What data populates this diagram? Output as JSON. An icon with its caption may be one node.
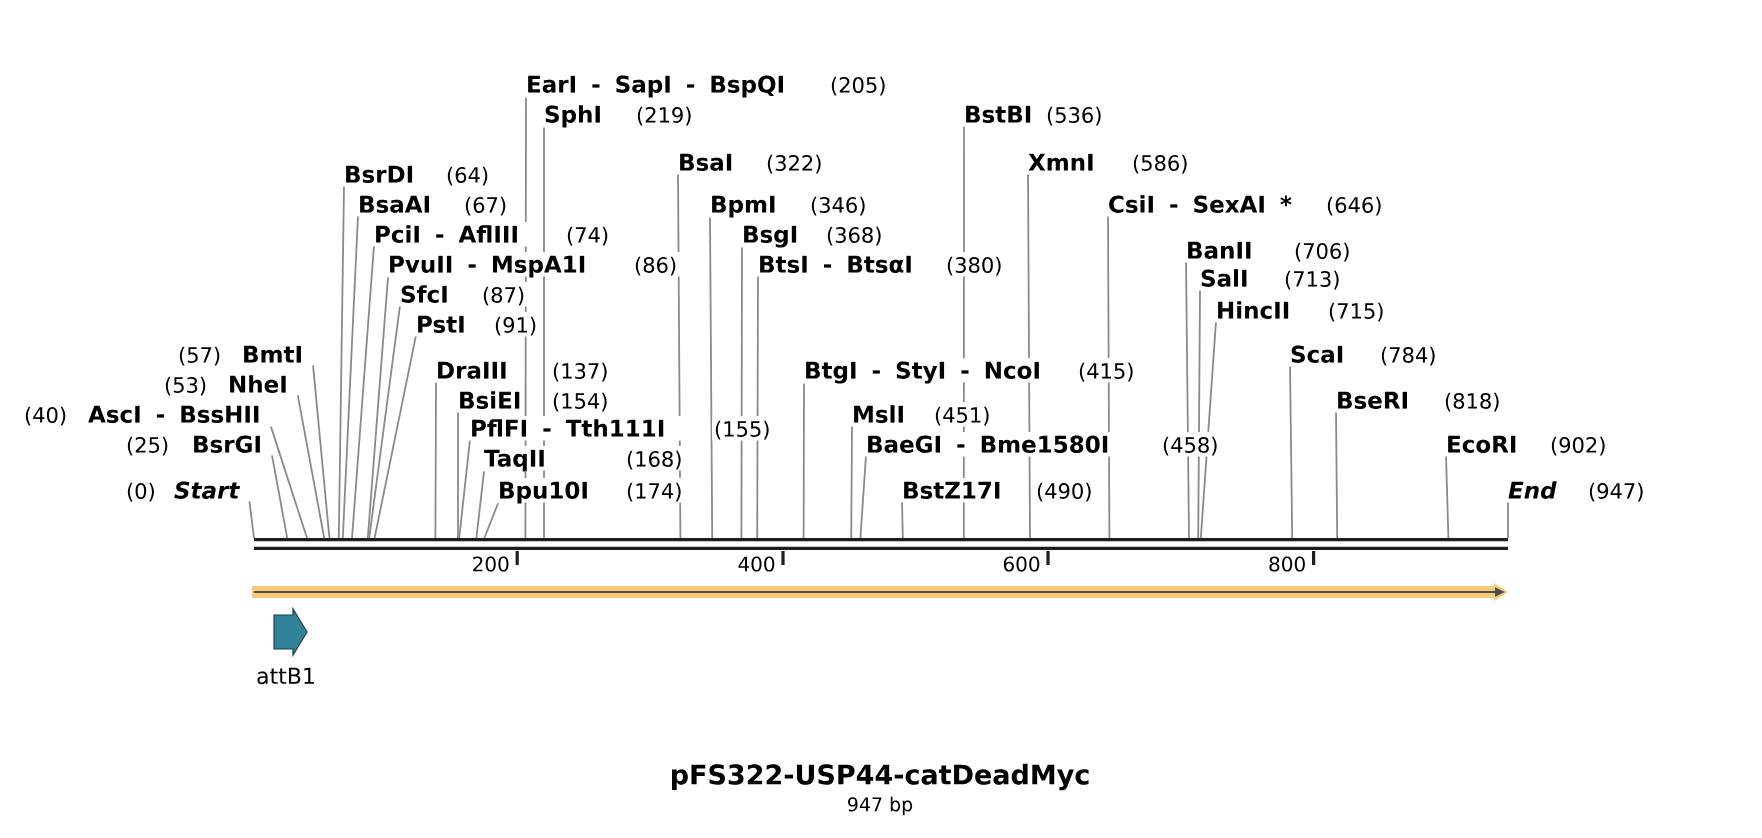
{
  "diagram": {
    "title": "pFS322-USP44-catDeadMyc",
    "nodes": [
      {
        "text": [
          "EarI - SapI - BspQI",
          "(205)"
        ]
      },
      {
        "text": [
          "SphI",
          "(219)"
        ]
      },
      {
        "text": [
          "BstBI",
          "(536)"
        ]
      },
      {
        "text": [
          "BsaI",
          "(322)"
        ]
      },
      {
        "text": [
          "XmnI",
          "(586)"
        ]
      },
      {
        "text": [
          "BsrDI",
          "(64)"
        ]
      },
      {
        "text": [
          "BsaAI",
          "(67)"
        ]
      },
      {
        "text": [
          "BpmI",
          "(346)"
        ]
      },
      {
        "text": [
          "CsiI - SexAI *",
          "(646)"
        ]
      },
      {
        "text": [
          "PciI - AflIII",
          "(74)"
        ]
      },
      {
        "text": [
          "BsgI",
          "(368)"
        ]
      },
      {
        "text": [
          "BanII",
          "(706)"
        ]
      },
      {
        "text": [
          "PvuII - MspA1I",
          "(86)"
        ]
      },
      {
        "text": [
          "BtsI - BtsαI",
          "(380)"
        ]
      },
      {
        "text": [
          "SalI",
          "(713)"
        ]
      },
      {
        "text": [
          "SfcI",
          "(87)"
        ]
      },
      {
        "text": [
          "HincII",
          "(715)"
        ]
      },
      {
        "text": [
          "PstI",
          "(91)"
        ]
      },
      {
        "text": [
          "(57)",
          "BmtI"
        ]
      },
      {
        "text": [
          "ScaI",
          "(784)"
        ]
      },
      {
        "text": [
          "DraIII",
          "(137)"
        ]
      },
      {
        "text": [
          "BtgI - StyI - NcoI",
          "(415)"
        ]
      },
      {
        "text": [
          "(53)",
          "NheI"
        ]
      },
      {
        "text": [
          "BsiEI",
          "(154)"
        ]
      },
      {
        "text": [
          "BseRI",
          "(818)"
        ]
      },
      {
        "text": [
          "(40)",
          "AscI - BssHII"
        ]
      },
      {
        "text": [
          "MslI",
          "(451)"
        ]
      },
      {
        "text": [
          "PflFI - Tth111I",
          "(155)"
        ]
      },
      {
        "text": [
          "(25)",
          "BsrGI"
        ]
      },
      {
        "text": [
          "BaeGI - Bme1580I",
          "(458)"
        ]
      },
      {
        "text": [
          "EcoRI",
          "(902)"
        ]
      },
      {
        "text": [
          "TaqII",
          "(168)"
        ]
      },
      {
        "text": [
          "(0)",
          "Start"
        ]
      },
      {
        "text": [
          "Bpu10I",
          "(174)"
        ]
      },
      {
        "text": [
          "BstZ17I",
          "(490)"
        ]
      },
      {
        "text": [
          "End",
          "(947)"
        ]
      },
      {
        "text": [],
        "shape": "bar"
      },
      {
        "text": [],
        "shape": "arrow"
      },
      {
        "text": [
          "attB1"
        ]
      }
    ],
    "edges": [
      {
        "from": 0,
        "to": 36,
        "arrow": "none"
      },
      {
        "from": 1,
        "to": 36,
        "arrow": "none"
      },
      {
        "from": 2,
        "to": 36,
        "arrow": "none"
      },
      {
        "from": 3,
        "to": 36,
        "arrow": "none"
      },
      {
        "from": 4,
        "to": 36,
        "arrow": "none"
      },
      {
        "from": 5,
        "to": 36,
        "arrow": "none"
      },
      {
        "from": 6,
        "to": 36,
        "arrow": "none"
      },
      {
        "from": 7,
        "to": 36,
        "arrow": "none"
      },
      {
        "from": 8,
        "to": 36,
        "arrow": "none"
      },
      {
        "from": 9,
        "to": 36,
        "arrow": "none"
      },
      {
        "from": 10,
        "to": 36,
        "arrow": "none"
      },
      {
        "from": 11,
        "to": 36,
        "arrow": "none"
      },
      {
        "from": 12,
        "to": 36,
        "arrow": "none"
      },
      {
        "from": 13,
        "to": 36,
        "arrow": "none"
      },
      {
        "from": 14,
        "to": 36,
        "arrow": "none"
      },
      {
        "from": 15,
        "to": 36,
        "arrow": "none"
      },
      {
        "from": 16,
        "to": 36,
        "arrow": "none"
      },
      {
        "from": 17,
        "to": 36,
        "arrow": "none"
      },
      {
        "from": 18,
        "to": 36,
        "arrow": "none"
      },
      {
        "from": 19,
        "to": 36,
        "arrow": "none"
      },
      {
        "from": 20,
        "to": 36,
        "arrow": "none"
      },
      {
        "from": 21,
        "to": 36,
        "arrow": "none"
      },
      {
        "from": 22,
        "to": 36,
        "arrow": "none"
      },
      {
        "from": 23,
        "to": 36,
        "arrow": "none"
      },
      {
        "from": 24,
        "to": 36,
        "arrow": "none"
      },
      {
        "from": 25,
        "to": 36,
        "arrow": "none"
      },
      {
        "from": 26,
        "to": 36,
        "arrow": "none"
      },
      {
        "from": 27,
        "to": 36,
        "arrow": "none"
      },
      {
        "from": 28,
        "to": 36,
        "arrow": "none"
      },
      {
        "from": 29,
        "to": 36,
        "arrow": "none"
      },
      {
        "from": 30,
        "to": 36,
        "arrow": "none"
      },
      {
        "from": 31,
        "to": 36,
        "arrow": "none"
      },
      {
        "from": 32,
        "to": 36,
        "arrow": "none"
      },
      {
        "from": 33,
        "to": 36,
        "arrow": "none"
      },
      {
        "from": 34,
        "to": 36,
        "arrow": "none"
      },
      {
        "from": 35,
        "to": 36,
        "arrow": "none"
      }
    ],
    "labels": [
      "200",
      "400",
      "600",
      "800",
      "947 bp"
    ]
  }
}
